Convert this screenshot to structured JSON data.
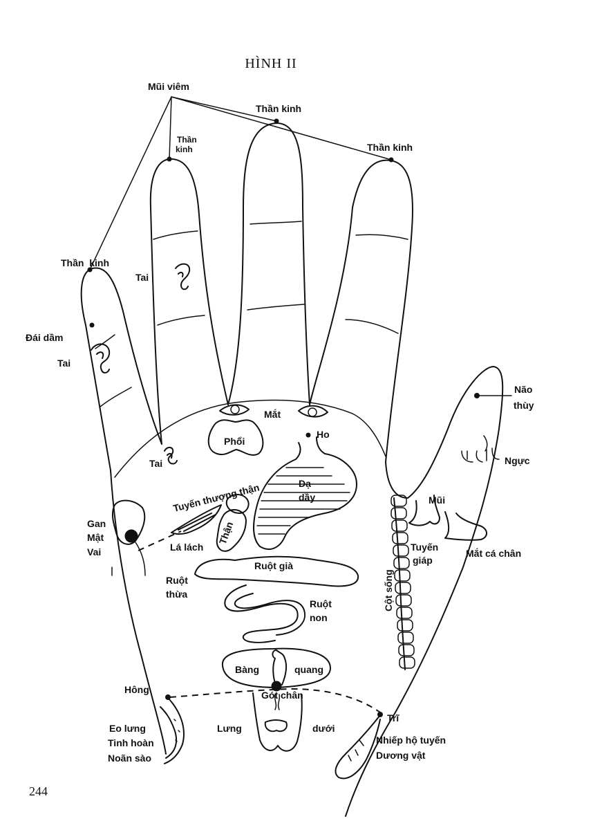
{
  "page": {
    "title": "HÌNH II",
    "page_number": "244"
  },
  "labels": {
    "mui_viem": "Mũi viêm",
    "than_kinh_middle": "Thần kinh",
    "than_kinh_ring": "Thần kinh",
    "than_kinh_index_1": "Thần",
    "than_kinh_index_2": "kinh",
    "than_kinh_little": "Thần  kinh",
    "tai_index": "Tai",
    "dai_dam": "Đái dầm",
    "tai_little": "Tai",
    "tai_palm": "Tai",
    "nao_thuy_1": "Não",
    "nao_thuy_2": "thùy",
    "mat": "Mắt",
    "phoi": "Phổi",
    "ho": "Ho",
    "nguc": "Ngực",
    "tuyen_thuong_than": "Tuyến thượng thận",
    "da_day_1": "Dạ",
    "da_day_2": "dầy",
    "mui": "Mũi",
    "gan": "Gan",
    "mat_gall": "Mật",
    "vai": "Vai",
    "la_lach": "Lá lách",
    "than": "Thận",
    "tuyen_giap_1": "Tuyến",
    "tuyen_giap_2": "giáp",
    "mat_ca_chan": "Mắt cá chân",
    "ruot_gia": "Ruột già",
    "ruot_thua_1": "Ruột",
    "ruot_thua_2": "thừa",
    "cot_song": "Cột sống",
    "ruot_non_1": "Ruột",
    "ruot_non_2": "non",
    "bang": "Bàng",
    "quang": "quang",
    "hong": "Hông",
    "got_chan": "Gót chân",
    "tri": "Trĩ",
    "lung": "Lưng",
    "duoi": "dưới",
    "eo_lung": "Eo lưng",
    "tinh_hoan": "Tinh hoàn",
    "noan_sao": "Noãn sào",
    "nhiep_ho_tuyen": "Nhiếp hộ tuyến",
    "duong_vat": "Dương vật"
  },
  "ink_color": "#111111",
  "background_color": "#ffffff"
}
